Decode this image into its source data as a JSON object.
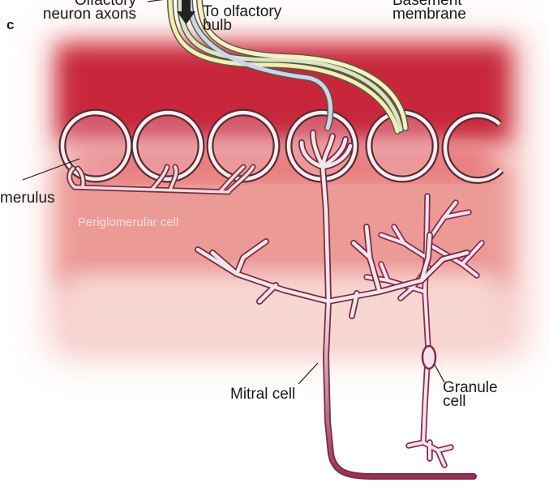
{
  "figure": {
    "panel_letter": "c",
    "labels": {
      "olfactory_line1": "Olfactory",
      "olfactory_line2": "neuron axons",
      "to_bulb_line1": "To olfactory",
      "to_bulb_line2": "bulb",
      "basement_line1": "Basement",
      "basement_line2": "membrane",
      "glomerulus": "merulus",
      "periglomerular": "Periglomerular cell",
      "mitral": "Mitral cell",
      "granule_line1": "Granule",
      "granule_line2": "cell"
    },
    "colors": {
      "tissue_dark": "#c8283a",
      "tissue_light": "#f0a09a",
      "neuron_fill": "#f6e6ea",
      "neuron_outline": "#8a2a44",
      "granule_outline": "#9a3a60",
      "axon_yellow": "#f3efb4",
      "axon_blue": "#c8d6ee"
    }
  }
}
